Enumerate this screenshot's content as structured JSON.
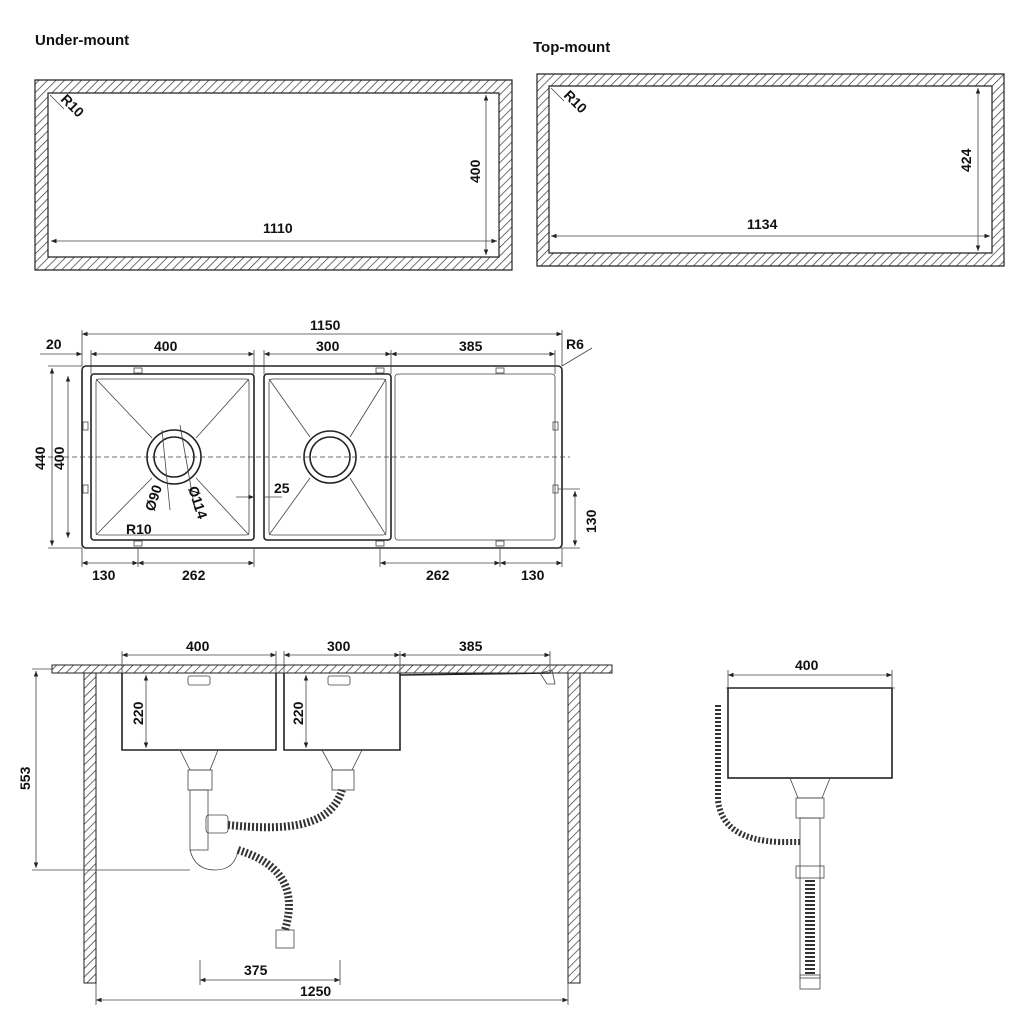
{
  "titles": {
    "under_mount": "Under-mount",
    "top_mount": "Top-mount"
  },
  "under_mount": {
    "radius": "R10",
    "height": "400",
    "width": "1110"
  },
  "top_mount": {
    "radius": "R10",
    "height": "424",
    "width": "1134"
  },
  "plan": {
    "edge": "20",
    "total_width": "1150",
    "bowl1_width": "400",
    "bowl2_width": "300",
    "drainer_width": "385",
    "corner_radius": "R6",
    "total_depth": "440",
    "bowl_depth": "400",
    "waste_small": "Ø90",
    "waste_large": "Ø114",
    "gap": "25",
    "bowl_radius": "R10",
    "clip_side": "130",
    "left_offset": "130",
    "left_span": "262",
    "right_span": "262",
    "right_offset": "130"
  },
  "front": {
    "bowl1_width": "400",
    "bowl2_width": "300",
    "drainer_width": "385",
    "bowl1_depth": "220",
    "bowl2_depth": "220",
    "cabinet_height": "553",
    "trap_offset": "375",
    "cabinet_width": "1250"
  },
  "side": {
    "width": "400"
  }
}
